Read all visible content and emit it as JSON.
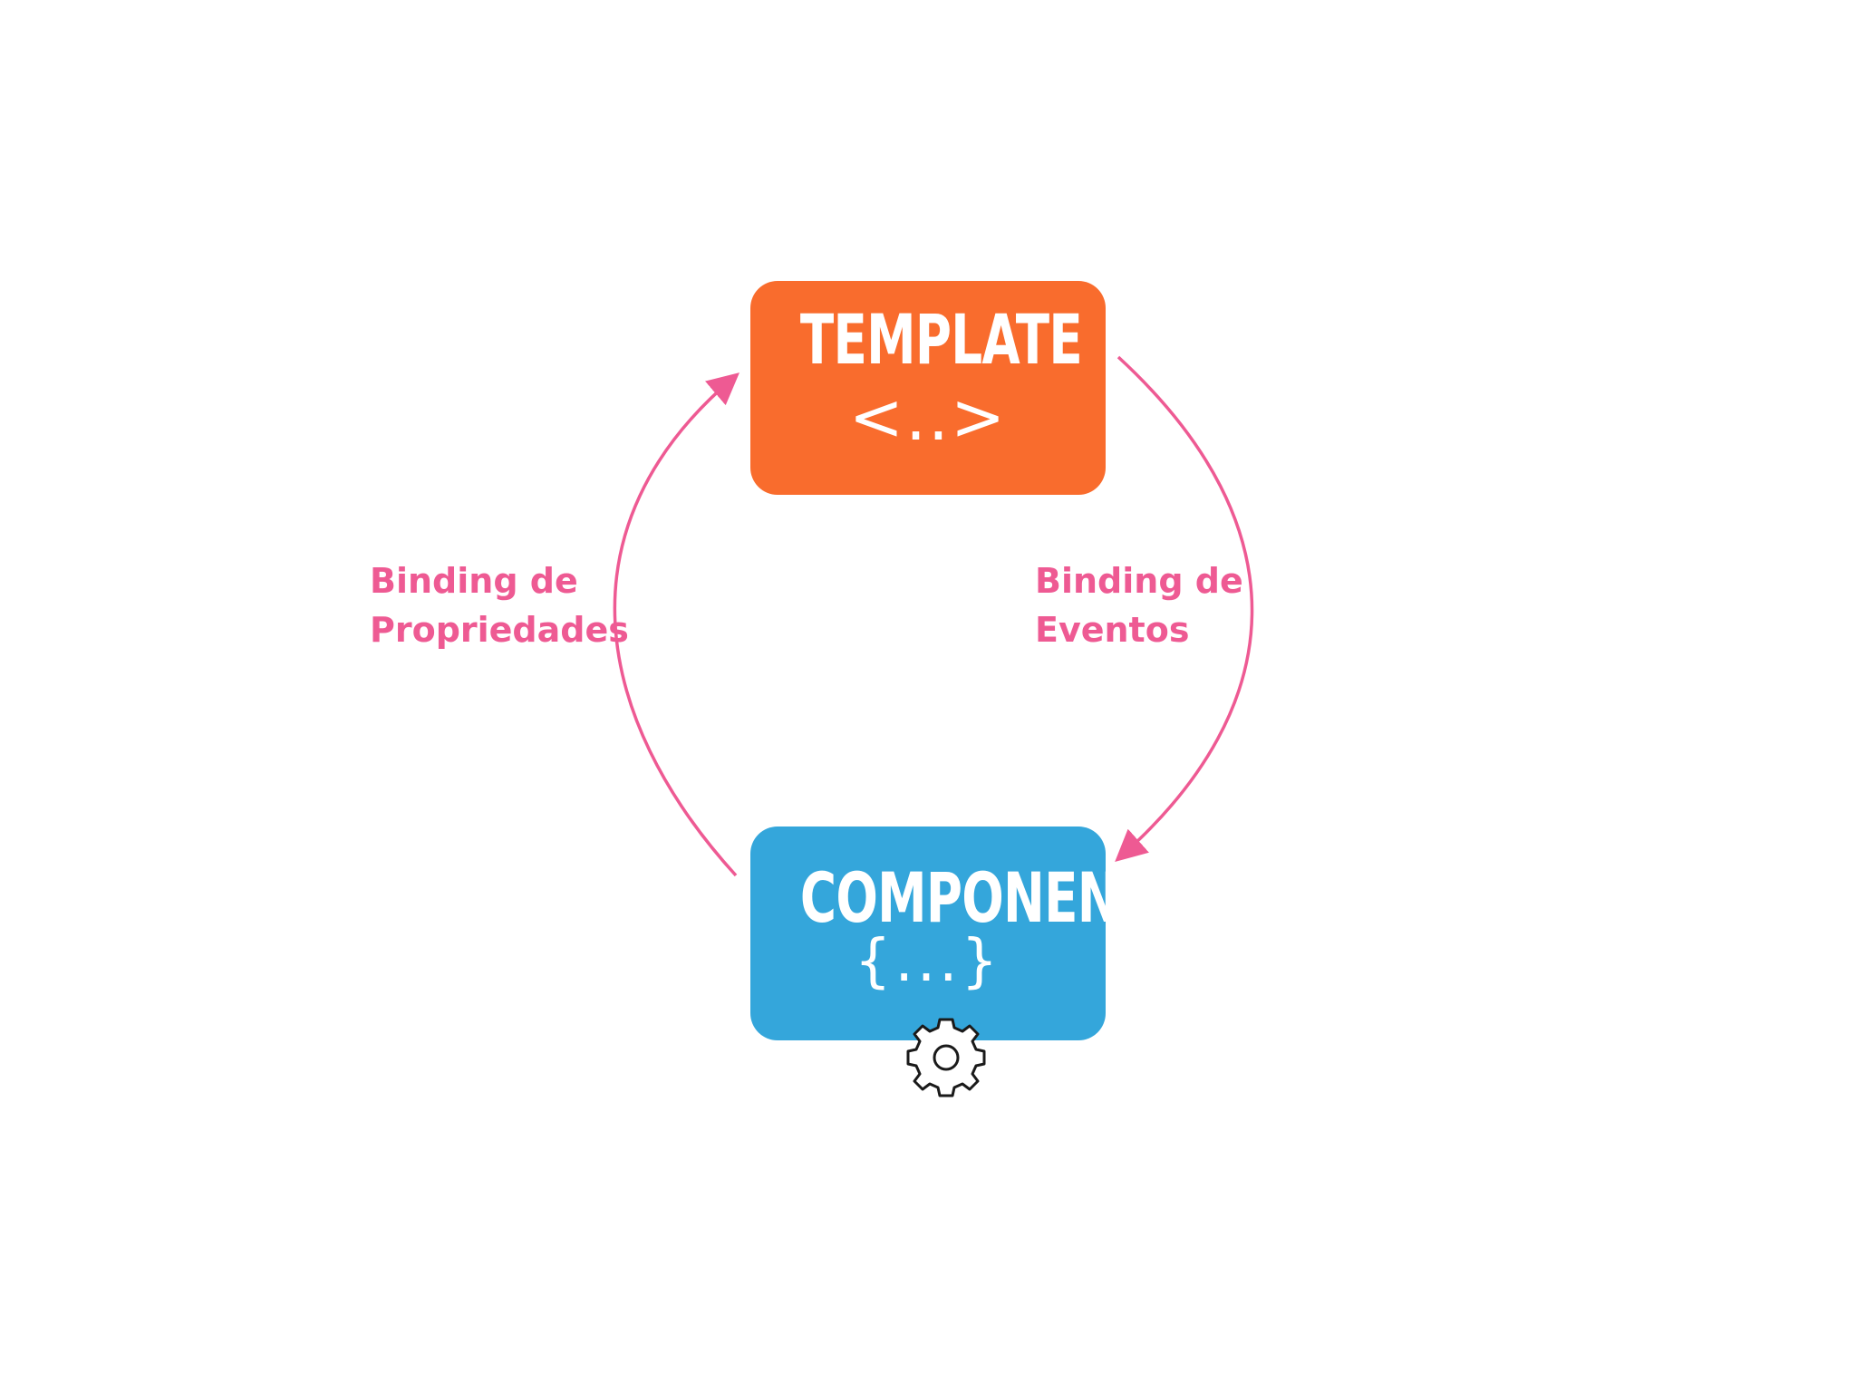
{
  "colors": {
    "template_fill": "#F96C2D",
    "componente_fill": "#34A6DB",
    "arrow": "#EE5A93",
    "label": "#EE5A93",
    "gear_stroke": "#1a1a1a"
  },
  "template": {
    "title": "TEMPLATE",
    "symbol": "<..>"
  },
  "componente": {
    "title": "COMPONENTE",
    "symbol": "{...}",
    "icon": "gear-icon"
  },
  "arrows": {
    "left": {
      "label_line1": "Binding de",
      "label_line2": "Propriedades",
      "direction": "componente-to-template"
    },
    "right": {
      "label_line1": "Binding de",
      "label_line2": "Eventos",
      "direction": "template-to-componente"
    }
  }
}
